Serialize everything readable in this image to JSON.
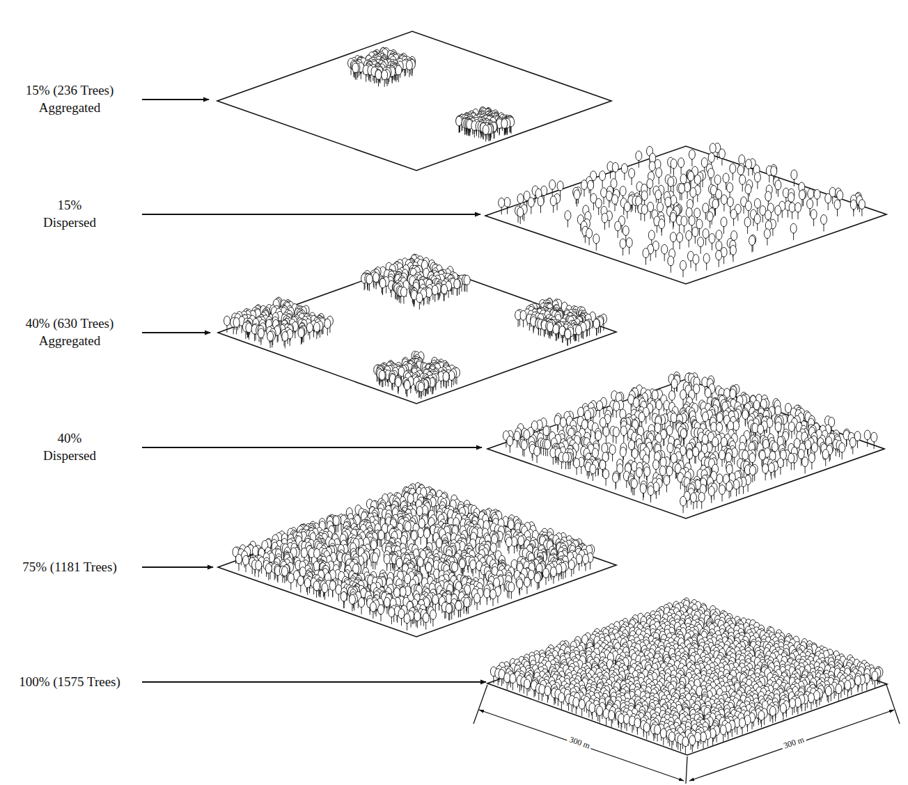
{
  "diagram": {
    "labels": [
      "15% (236 Trees) Aggregated",
      "15% Dispersed",
      "40% (630 Trees) Aggregated",
      "40% Dispersed",
      "75% (1181 Trees)",
      "100% (1575 Trees)",
      "300 m",
      "300 m"
    ]
  }
}
